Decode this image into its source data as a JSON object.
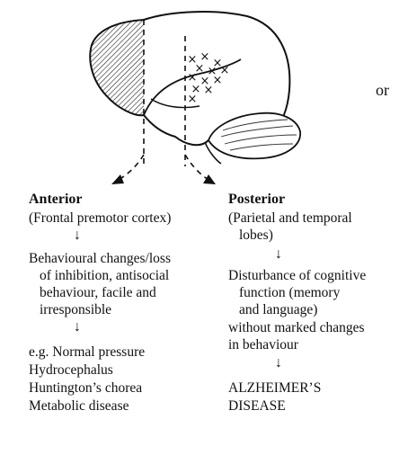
{
  "figure": {
    "or_label": "or"
  },
  "anterior": {
    "heading": "Anterior",
    "region": "(Frontal premotor cortex)",
    "arrow": "↓",
    "effect_lines": [
      "Behavioural changes/loss",
      "of inhibition, antisocial",
      "behaviour, facile and",
      "irresponsible"
    ],
    "arrow2": "↓",
    "examples": [
      "e.g. Normal pressure",
      "Hydrocephalus",
      "Huntington’s chorea",
      "Metabolic disease"
    ]
  },
  "posterior": {
    "heading": "Posterior",
    "region_lines": [
      "(Parietal and temporal",
      "lobes)"
    ],
    "arrow": "↓",
    "effect_lines": [
      "Disturbance of cognitive",
      "function (memory",
      "and language)",
      "without marked changes",
      "in behaviour"
    ],
    "arrow2": "↓",
    "result_lines": [
      "ALZHEIMER’S",
      "DISEASE"
    ]
  }
}
